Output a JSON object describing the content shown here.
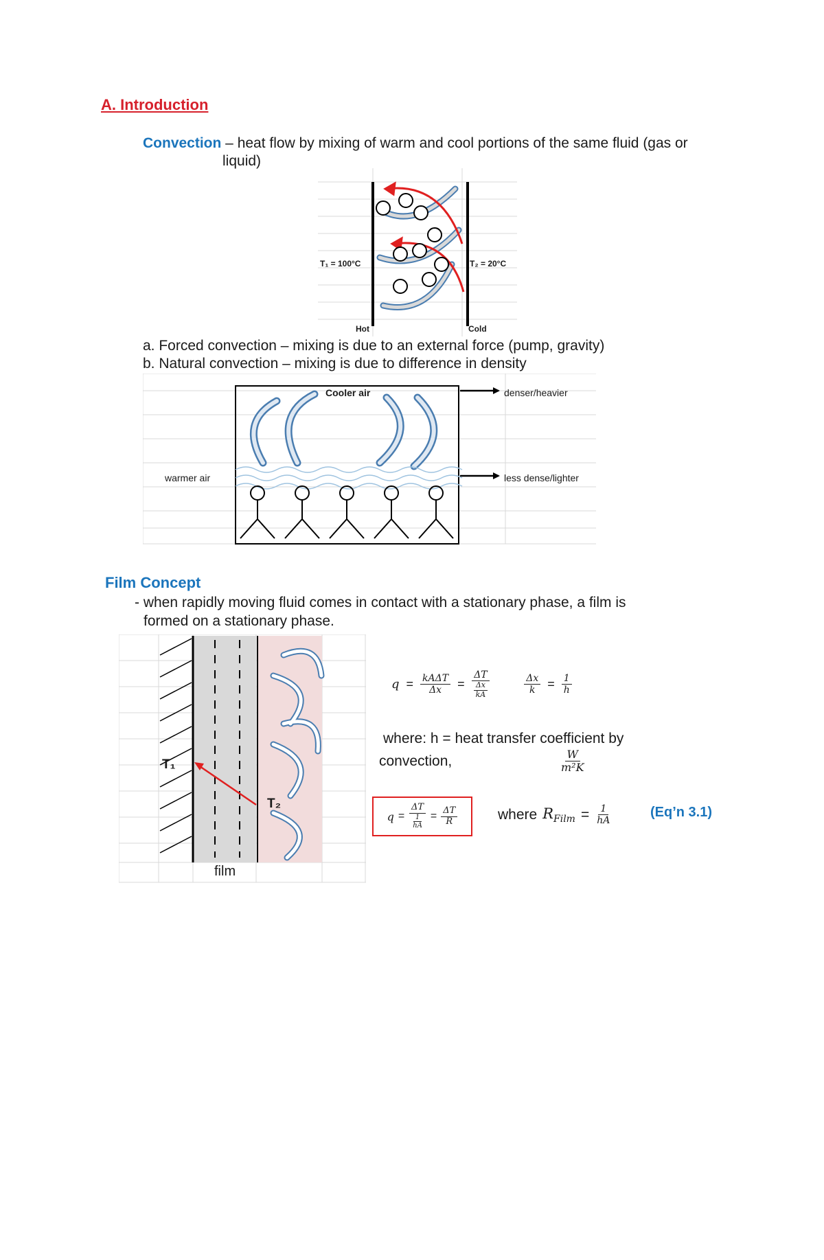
{
  "intro": {
    "heading": "A. Introduction",
    "convection_term": "Convection",
    "convection_def_1": " – heat flow by mixing of warm and cool portions of the same fluid (gas or",
    "convection_def_2": "liquid)"
  },
  "diagram1": {
    "t1_label": "T₁ = 100°C",
    "t2_label": "T₂ = 20°C",
    "hot_label": "Hot",
    "cold_label": "Cold"
  },
  "types": {
    "forced": "a. Forced convection – mixing is due to an external force (pump, gravity)",
    "natural": "b. Natural convection – mixing is due to difference in density"
  },
  "diagram2": {
    "cooler_air": "Cooler air",
    "warmer_air": "warmer air",
    "denser": "denser/heavier",
    "less_dense": "less dense/lighter"
  },
  "film": {
    "heading": "Film Concept",
    "def_1": "- when rapidly moving fluid comes in contact with a stationary phase, a film is",
    "def_2": "formed on a stationary phase.",
    "t1": "T₁",
    "t2": "T₂",
    "film_label": "film"
  },
  "equations": {
    "where_h_1": "where: h = heat transfer coefficient by",
    "where_h_2": "convection,",
    "where_r": "where",
    "eq_ref": "(Eq’n 3.1)"
  },
  "colors": {
    "heading_red": "#d6202b",
    "term_blue": "#1b75bc",
    "arrow_blue": "#4a7db0",
    "film_pink": "#f2dcdc",
    "film_gray": "#d9d9d9"
  }
}
